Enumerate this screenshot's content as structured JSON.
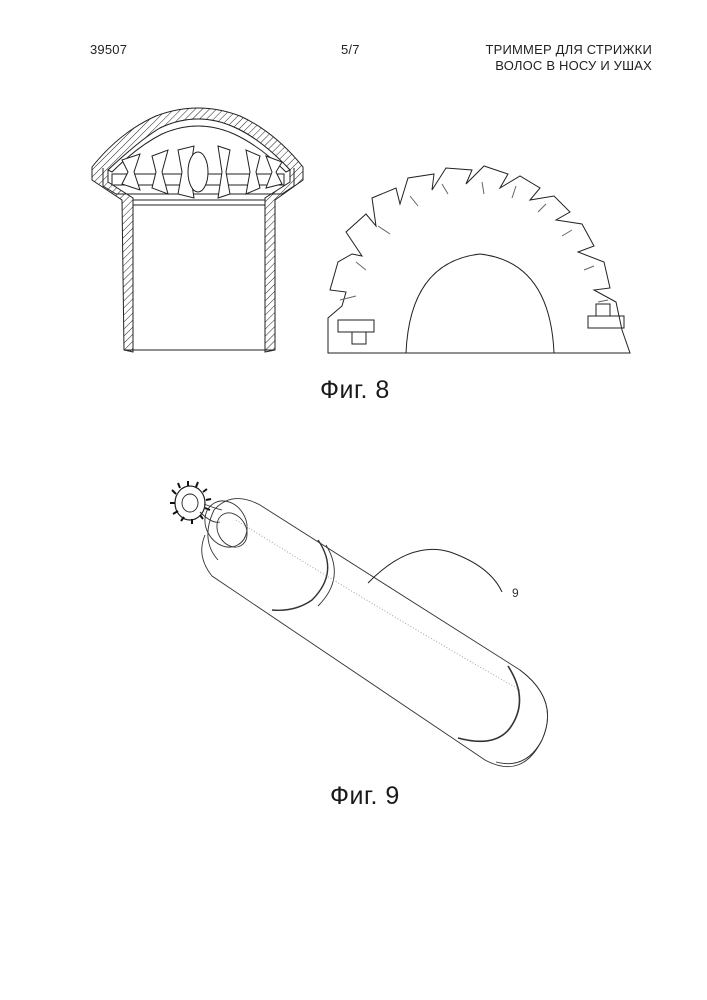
{
  "header": {
    "doc_number": "39507",
    "page": "5/7",
    "title_line1": "ТРИММЕР ДЛЯ СТРИЖКИ",
    "title_line2": "ВОЛОС В НОСУ И УШАХ"
  },
  "figures": {
    "fig8_caption": "Фиг. 8",
    "fig9_caption": "Фиг. 9",
    "fig9_ref_label": "9"
  }
}
